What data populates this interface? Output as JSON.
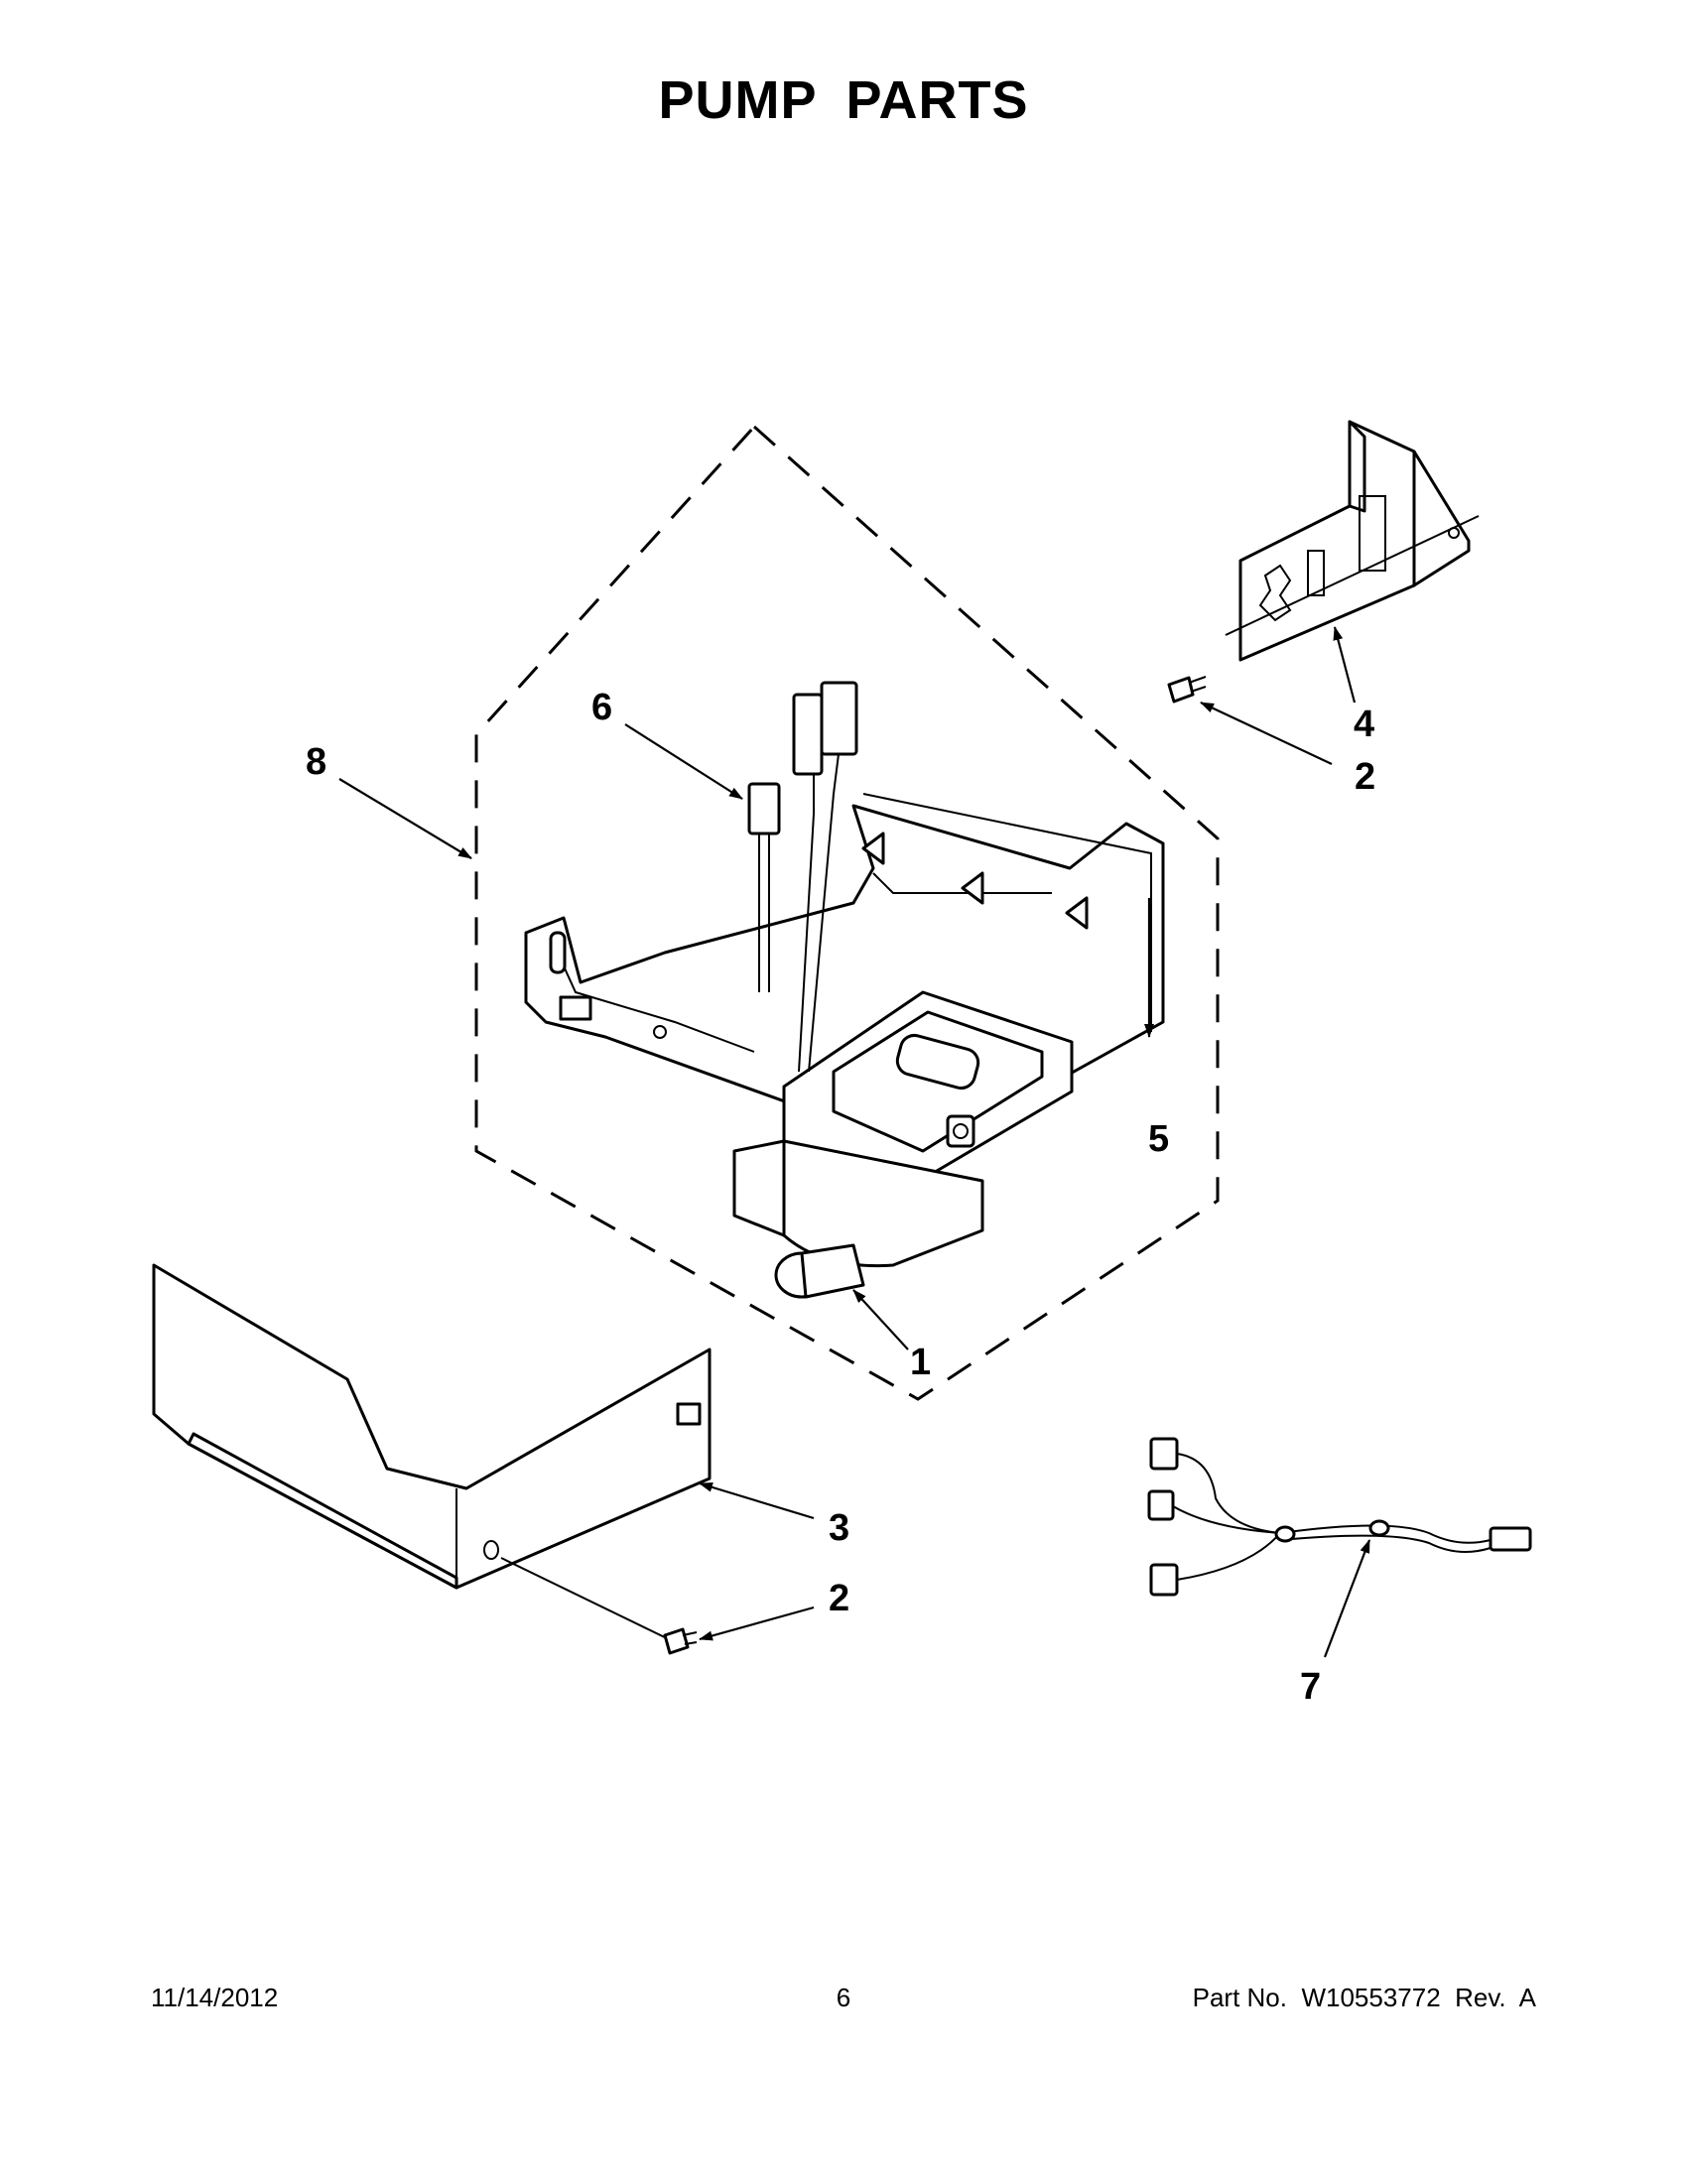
{
  "title": "PUMP PARTS",
  "callouts": {
    "c1": "1",
    "c2_top": "2",
    "c2_bottom": "2",
    "c3": "3",
    "c4": "4",
    "c5": "5",
    "c6": "6",
    "c7": "7",
    "c8": "8"
  },
  "footer": {
    "date": "11/14/2012",
    "page": "6",
    "part_no": "Part No.  W10553772  Rev.  A"
  }
}
